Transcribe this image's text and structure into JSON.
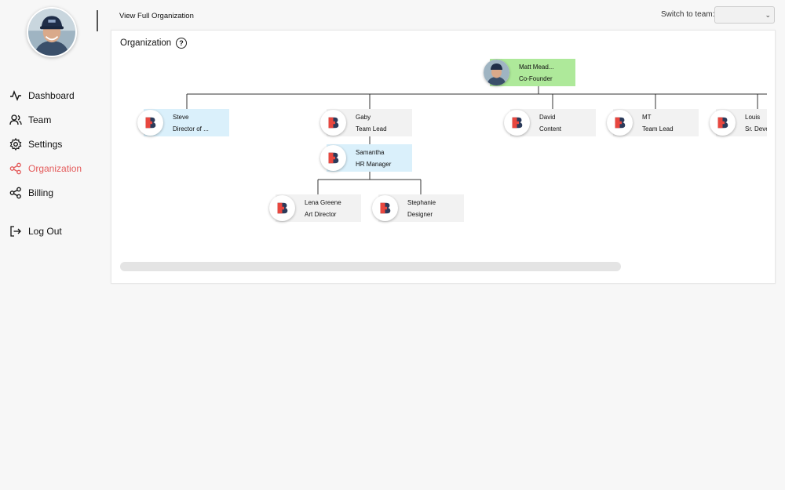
{
  "sidebar": {
    "items": [
      {
        "label": "Dashboard",
        "icon": "activity-icon"
      },
      {
        "label": "Team",
        "icon": "users-icon"
      },
      {
        "label": "Settings",
        "icon": "gear-icon"
      },
      {
        "label": "Organization",
        "icon": "share-icon"
      },
      {
        "label": "Billing",
        "icon": "share-icon"
      }
    ],
    "logout": {
      "label": "Log Out",
      "icon": "logout-icon"
    }
  },
  "header": {
    "view_full": "View Full Organization",
    "switch_label": "Switch to team:",
    "switch_value": ""
  },
  "panel": {
    "title": "Organization",
    "help": "?"
  },
  "org": {
    "root": {
      "name": "Matt Mead...",
      "role": "Co-Founder"
    },
    "level1": [
      {
        "name": "Steve",
        "role": "Director of ..."
      },
      {
        "name": "Gaby",
        "role": "Team Lead"
      },
      {
        "name": "David",
        "role": "Content"
      },
      {
        "name": "MT",
        "role": "Team Lead"
      },
      {
        "name": "Louis",
        "role": "Sr. Deve"
      }
    ],
    "level2": {
      "name": "Samantha",
      "role": "HR Manager"
    },
    "level3": [
      {
        "name": "Lena Greene",
        "role": "Art Director"
      },
      {
        "name": "Stephanie",
        "role": "Designer"
      }
    ]
  },
  "colors": {
    "accent": "#e45a5a",
    "card_default": "#f2f2f2",
    "card_blue": "#daf0fb",
    "card_green": "#aee99a",
    "logo_red": "#e8473f",
    "logo_navy": "#2b3a5a"
  }
}
